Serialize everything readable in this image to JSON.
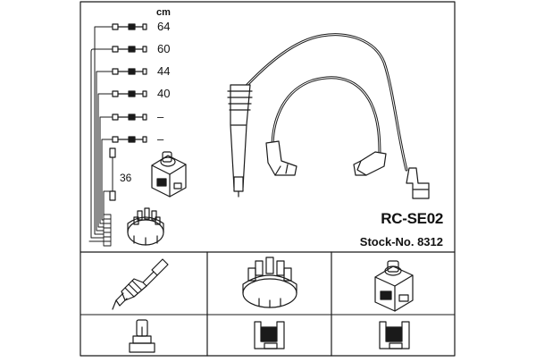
{
  "diagram": {
    "unit_label": "cm",
    "lead_lengths": [
      "64",
      "60",
      "44",
      "40",
      "–",
      "–"
    ],
    "coil_lead_length": "36",
    "product_code": "RC-SE02",
    "stock_number": "Stock-No. 8312",
    "bottom_panels": [
      {
        "top": "spark-plug",
        "bottom": "plug-connector-straight"
      },
      {
        "top": "distributor-cap",
        "bottom": "cap-connector-angled"
      },
      {
        "top": "ignition-coil",
        "bottom": "coil-connector-angled"
      }
    ]
  },
  "colors": {
    "line": "#1a1a1a",
    "background": "#ffffff"
  }
}
